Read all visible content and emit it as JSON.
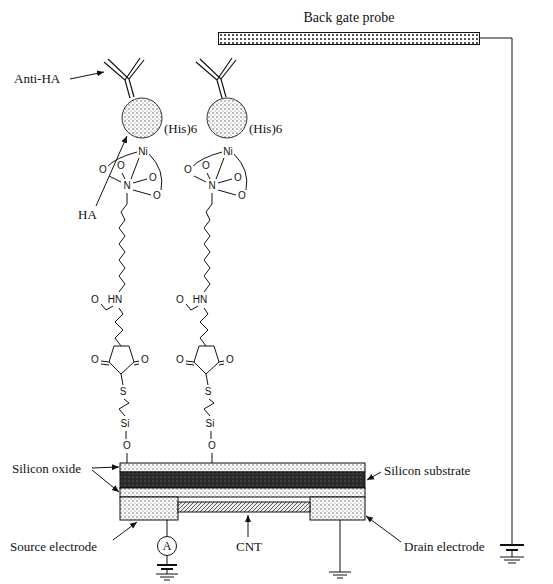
{
  "diagram": {
    "nodes": [
      {
        "text": [
          "Back gate probe"
        ]
      },
      {
        "text": [
          "A"
        ]
      }
    ],
    "labels": [
      "Anti-HA",
      "HA",
      "(His)6",
      "(His)6",
      "Ni",
      "O",
      "O",
      "N",
      "O",
      "O",
      "O",
      "HN",
      "O",
      "O",
      "S",
      "Si",
      "O",
      "Ni",
      "O",
      "O",
      "N",
      "O",
      "O",
      "O",
      "HN",
      "O",
      "O",
      "S",
      "Si",
      "O",
      "Silicon oxide",
      "Silicon substrate",
      "Source electrode",
      "CNT",
      "Drain electrode"
    ]
  }
}
